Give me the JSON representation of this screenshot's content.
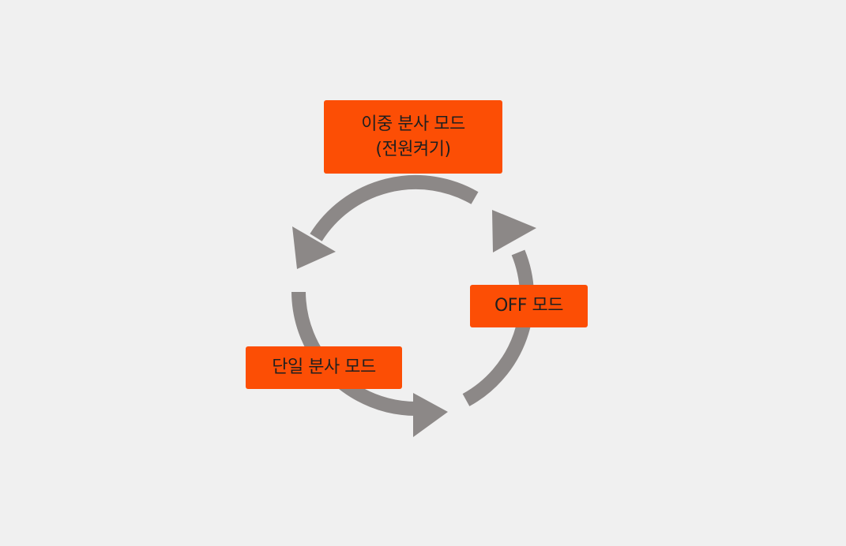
{
  "diagram": {
    "arrow_color": "#8c8887",
    "box_color": "#fc4e05",
    "text_color": "#1f1f1f",
    "background": "#f0f0f0",
    "modes": {
      "dual": {
        "line1": "이중 분사 모드",
        "line2": "(전원켜기)"
      },
      "off": {
        "label": "OFF 모드"
      },
      "single": {
        "label": "단일 분사 모드"
      }
    }
  }
}
